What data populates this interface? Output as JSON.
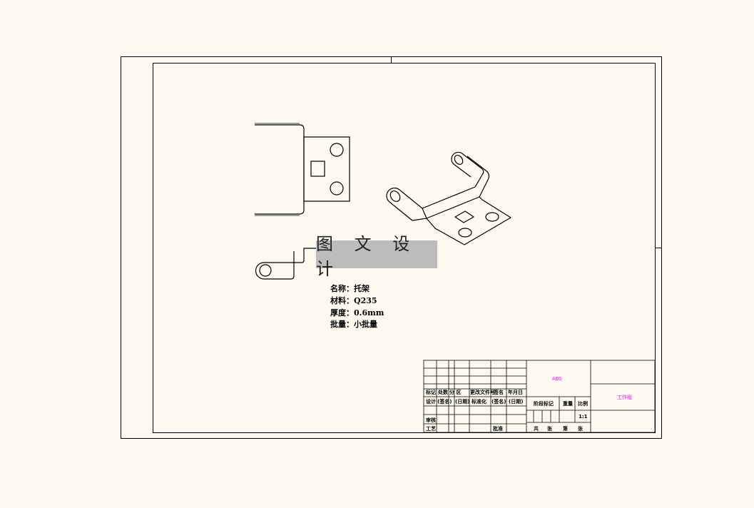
{
  "watermark": "图 文 设 计",
  "notes": [
    "名称：托架",
    "材料：Q235",
    "厚度：0.6mm",
    "批量：小批量"
  ],
  "title_block": {
    "material": "ABS",
    "company": "工作组",
    "change_headers": [
      "标记",
      "处数",
      "分 区",
      "更改文件号",
      "签名",
      "年月日"
    ],
    "design_row": [
      "设计",
      "(签名)",
      "(日期)",
      "标准化",
      "(签名)",
      "(日期)"
    ],
    "review": "审核",
    "process": "工艺",
    "approve": "批准",
    "stage_mark": "阶段标记",
    "weight": "重量",
    "scale_label": "比例",
    "scale_value": "1:1",
    "sheets": [
      "共",
      "张",
      "第",
      "张"
    ]
  },
  "colors": {
    "background": "#fdfbef",
    "line": "#000000",
    "material_text": "#ff00ff"
  }
}
